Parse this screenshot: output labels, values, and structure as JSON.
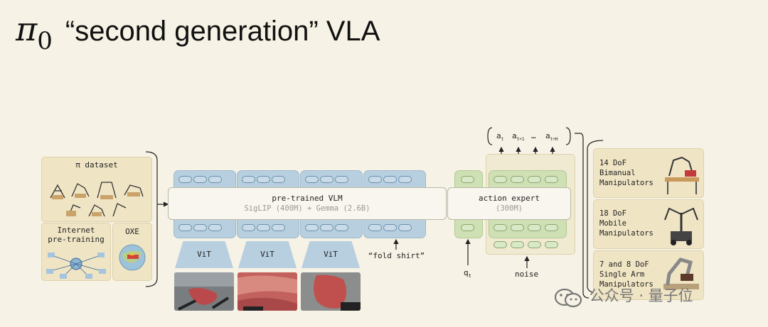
{
  "title": {
    "symbol": "π",
    "subscript": "0",
    "text": "“second generation” VLA"
  },
  "left": {
    "pi_dataset": "π dataset",
    "internet": [
      "Internet",
      "pre-training"
    ],
    "oxe": "OXE"
  },
  "vlm": {
    "title": "pre-trained VLM",
    "subtitle": "SigLIP (400M) + Gemma (2.6B)"
  },
  "vit_label": "ViT",
  "prompt": "“fold shirt”",
  "action_expert": {
    "title": "action expert",
    "subtitle": "(300M)"
  },
  "q_label": "q",
  "q_sub": "t",
  "noise_label": "noise",
  "actions": [
    {
      "base": "a",
      "sub": "t"
    },
    {
      "base": "a",
      "sub": "t+1"
    },
    {
      "base": "…",
      "sub": ""
    },
    {
      "base": "a",
      "sub": "t+H"
    }
  ],
  "right": [
    {
      "lines": [
        "14 DoF",
        "Bimanual",
        "Manipulators"
      ]
    },
    {
      "lines": [
        "18 DoF",
        "Mobile",
        "Manipulators"
      ]
    },
    {
      "lines": [
        "7 and 8 DoF",
        "Single Arm",
        "Manipulators"
      ]
    }
  ],
  "watermark": "公众号 · 量子位",
  "colors": {
    "background": "#f6f2e5",
    "blue": "#b8cfe0",
    "green": "#cfe0b4",
    "panel": "#efe4c4"
  }
}
